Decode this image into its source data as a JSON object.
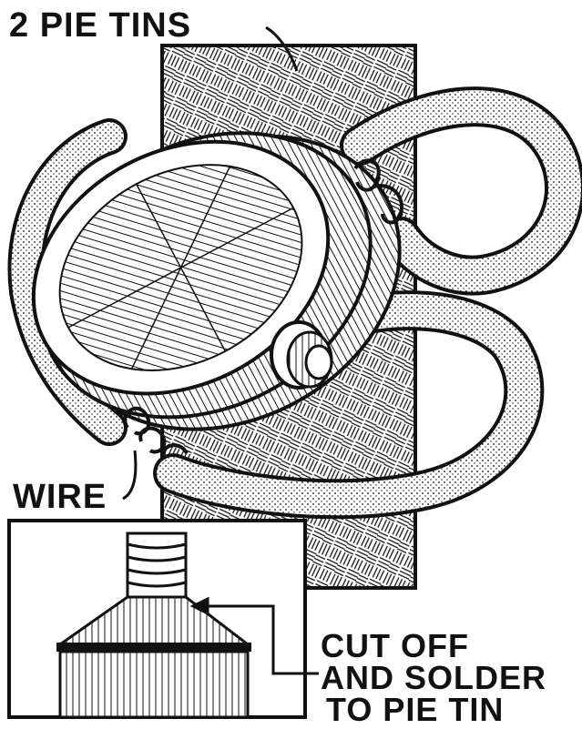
{
  "labels": {
    "pie_tins": "2 PIE TINS",
    "wire": "WIRE",
    "cut_line1": "CUT OFF",
    "cut_line2": "AND SOLDER",
    "cut_line3": "TO PIE TIN"
  },
  "colors": {
    "ink": "#111111",
    "paper": "#ffffff"
  }
}
